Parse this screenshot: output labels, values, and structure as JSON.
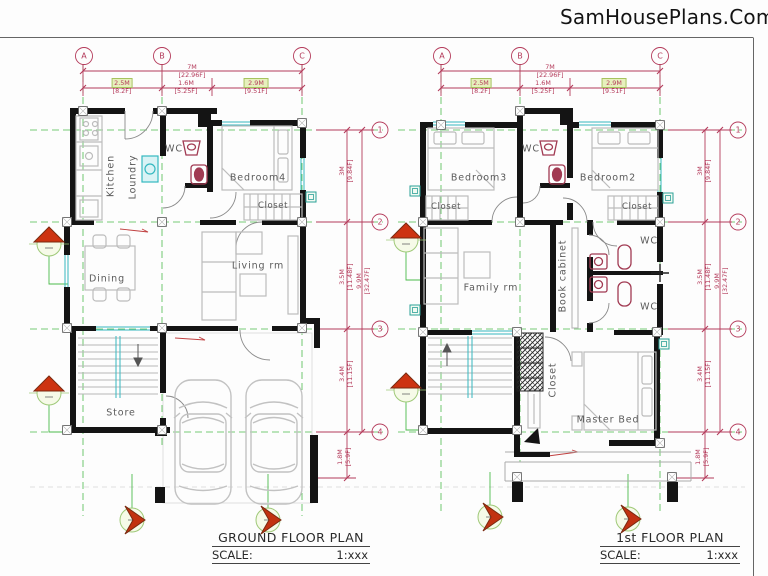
{
  "brand": "SamHousePlans.Com",
  "colors": {
    "dimension_red": "#b43b5b",
    "grid_green": "#44bb44",
    "wall_black": "#141414",
    "fixture_maroon": "#a13a52",
    "appliance_teal": "#35b8c0",
    "furniture_gray": "#bcbcbc",
    "highlight_green": "#e7f0bd"
  },
  "ground_floor": {
    "title": "GROUND FLOOR PLAN",
    "scale_label": "SCALE:",
    "scale_value": "1:xxx",
    "grid_cols": [
      "A",
      "B",
      "C"
    ],
    "grid_rows": [
      "1",
      "2",
      "3",
      "4"
    ],
    "dim_top": {
      "overall": {
        "m": "7M",
        "f": "[22.96F]"
      },
      "segments": [
        {
          "m": "2.5M",
          "f": "[8.2F]"
        },
        {
          "m": "1.6M",
          "f": "[5.25F]"
        },
        {
          "m": "2.9M",
          "f": "[9.51F]"
        }
      ]
    },
    "dim_side": {
      "overall": {
        "m": "9.9M",
        "f": "[32.47F]"
      },
      "segments": [
        {
          "m": "3M",
          "f": "[9.84F]"
        },
        {
          "m": "3.5M",
          "f": "[11.48F]"
        },
        {
          "m": "3.4M",
          "f": "[11.15F]"
        },
        {
          "m": "1.8M",
          "f": "[5.9F]"
        }
      ]
    },
    "rooms": {
      "kitchen": "Kitchen",
      "laundry": "Loundry",
      "wc": "WC",
      "bedroom4": "Bedroom4",
      "closet": "Closet",
      "dining": "Dining",
      "living": "Living rm",
      "store": "Store"
    }
  },
  "first_floor": {
    "title": "1st FLOOR PLAN",
    "scale_label": "SCALE:",
    "scale_value": "1:xxx",
    "grid_cols": [
      "A",
      "B",
      "C"
    ],
    "grid_rows": [
      "1",
      "2",
      "3",
      "4"
    ],
    "dim_top": {
      "overall": {
        "m": "7M",
        "f": "[22.96F]"
      },
      "segments": [
        {
          "m": "2.5M",
          "f": "[8.2F]"
        },
        {
          "m": "1.6M",
          "f": "[5.25F]"
        },
        {
          "m": "2.9M",
          "f": "[9.51F]"
        }
      ]
    },
    "dim_side": {
      "overall": {
        "m": "9.9M",
        "f": "[32.47F]"
      },
      "segments": [
        {
          "m": "3M",
          "f": "[9.84F]"
        },
        {
          "m": "3.5M",
          "f": "[11.48F]"
        },
        {
          "m": "3.4M",
          "f": "[11.15F]"
        },
        {
          "m": "1.8M",
          "f": "[5.9F]"
        }
      ]
    },
    "rooms": {
      "bedroom3": "Bedroom3",
      "closet3": "Closet",
      "wc_top": "WC",
      "bedroom2": "Bedroom2",
      "closet2": "Closet",
      "family": "Family rm",
      "book_cabinet": "Book cabinet",
      "wc_a": "WC",
      "wc_b": "WC",
      "closet_hall": "Closet",
      "master": "Master Bed"
    }
  }
}
